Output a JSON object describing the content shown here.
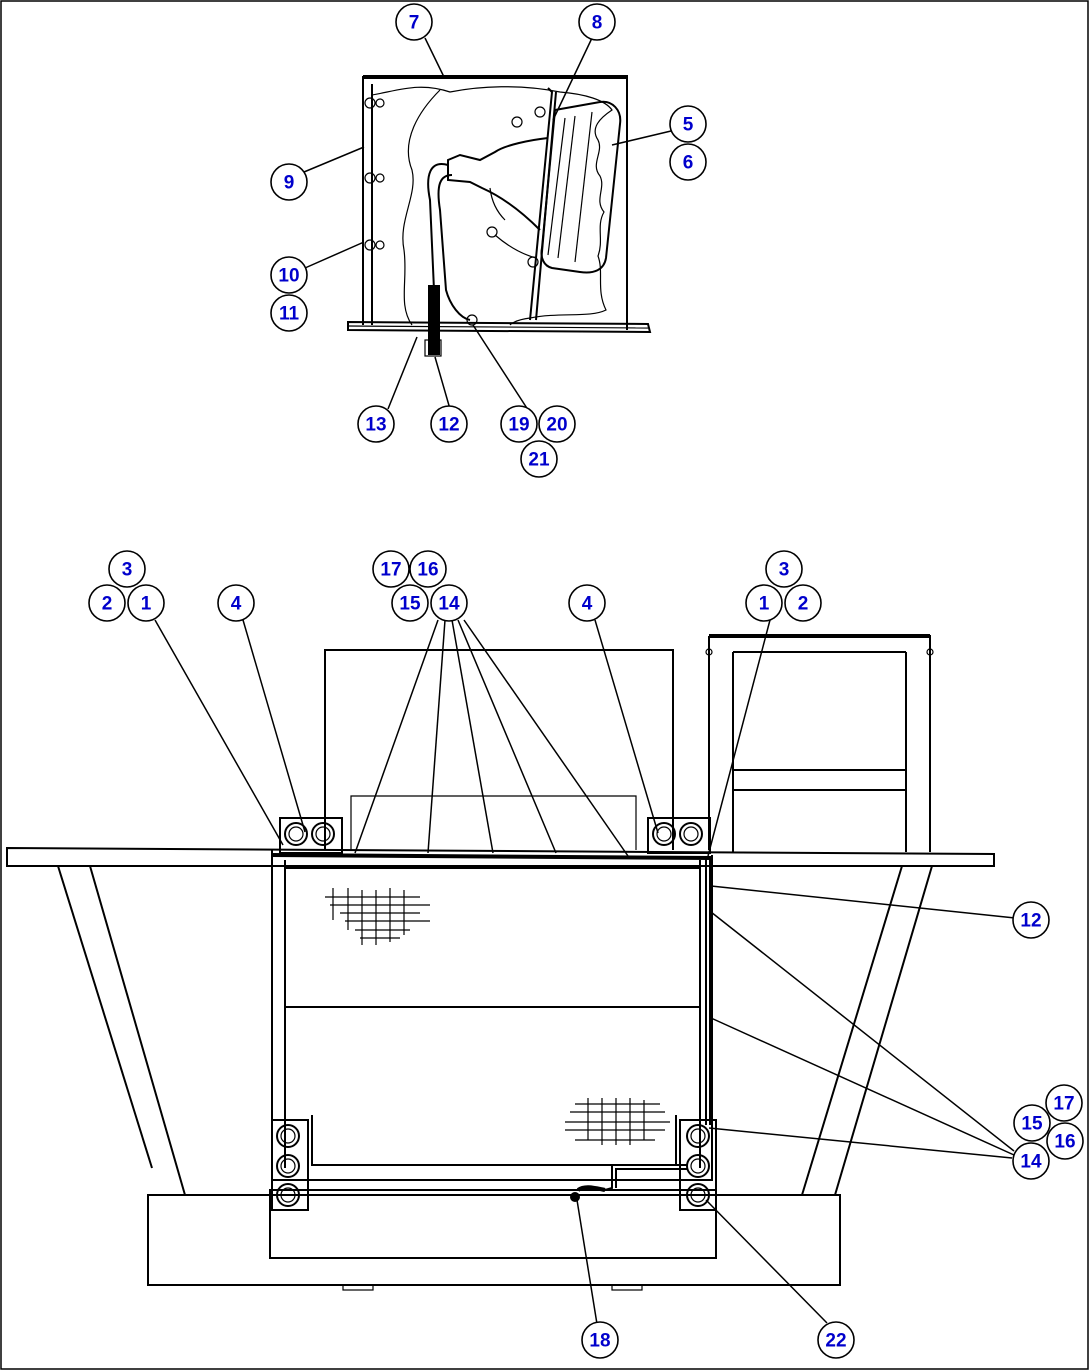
{
  "callouts": [
    {
      "id": "b7",
      "label": "7"
    },
    {
      "id": "b8",
      "label": "8"
    },
    {
      "id": "b5",
      "label": "5"
    },
    {
      "id": "b6",
      "label": "6"
    },
    {
      "id": "b9",
      "label": "9"
    },
    {
      "id": "b10",
      "label": "10"
    },
    {
      "id": "b11",
      "label": "11"
    },
    {
      "id": "b13",
      "label": "13"
    },
    {
      "id": "b12a",
      "label": "12"
    },
    {
      "id": "b19",
      "label": "19"
    },
    {
      "id": "b20",
      "label": "20"
    },
    {
      "id": "b21",
      "label": "21"
    },
    {
      "id": "b3a",
      "label": "3"
    },
    {
      "id": "b2a",
      "label": "2"
    },
    {
      "id": "b1a",
      "label": "1"
    },
    {
      "id": "b4a",
      "label": "4"
    },
    {
      "id": "b17a",
      "label": "17"
    },
    {
      "id": "b16a",
      "label": "16"
    },
    {
      "id": "b15a",
      "label": "15"
    },
    {
      "id": "b14a",
      "label": "14"
    },
    {
      "id": "b4b",
      "label": "4"
    },
    {
      "id": "b3b",
      "label": "3"
    },
    {
      "id": "b1b",
      "label": "1"
    },
    {
      "id": "b2b",
      "label": "2"
    },
    {
      "id": "b12b",
      "label": "12"
    },
    {
      "id": "b17b",
      "label": "17"
    },
    {
      "id": "b15b",
      "label": "15"
    },
    {
      "id": "b16b",
      "label": "16"
    },
    {
      "id": "b14b",
      "label": "14"
    },
    {
      "id": "b18",
      "label": "18"
    },
    {
      "id": "b22",
      "label": "22"
    }
  ]
}
